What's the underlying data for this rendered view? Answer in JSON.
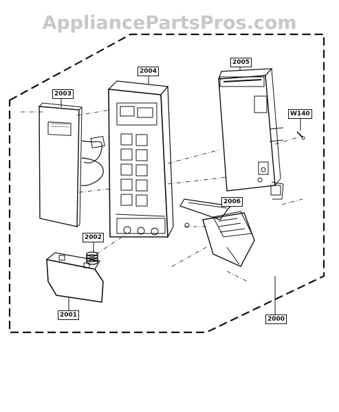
{
  "watermark": "AppliancePartsPros.com",
  "labels": {
    "p2000": "2000",
    "p2001": "2001",
    "p2002": "2002",
    "p2003": "2003",
    "p2004": "2004",
    "p2005": "2005",
    "p2006": "2006",
    "w140": "W140"
  },
  "colors": {
    "line": "#111111",
    "watermark": "#c8c8c8"
  }
}
